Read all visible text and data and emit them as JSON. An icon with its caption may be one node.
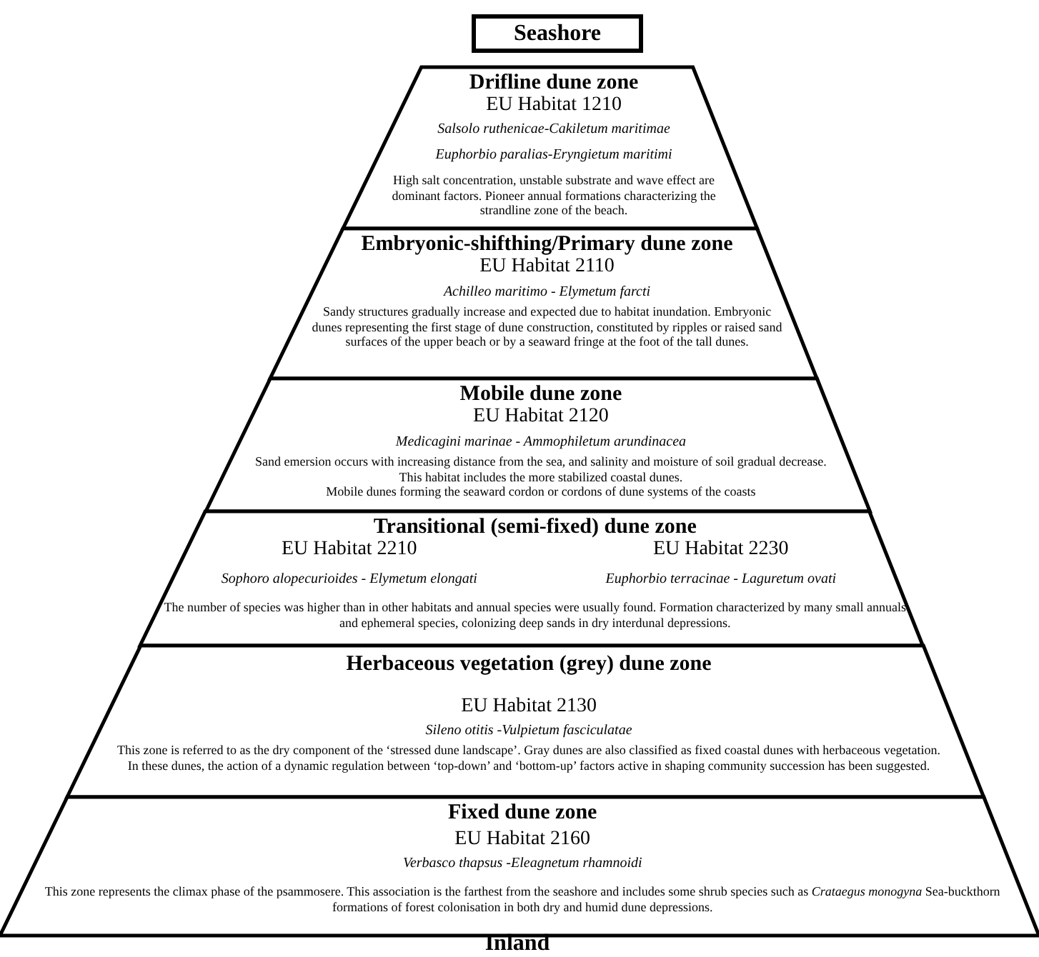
{
  "diagram": {
    "nodes": [
      {
        "text": [
          "Seashore"
        ]
      },
      {
        "text": [
          "Drifline dune zone",
          "EU Habitat 1210",
          "Salsolo ruthenicae-Cakiletum maritimae",
          "Euphorbio paralias-Eryngietum maritimi",
          "High salt concentration, unstable substrate and wave effect are dominant factors. Pioneer annual formations characterizing the strandline zone of the beach."
        ]
      },
      {
        "text": [
          "Embryonic-shifthing/Primary dune zone",
          "EU Habitat 2110",
          "Achilleo maritimo - Elymetum farcti",
          "Sandy structures gradually increase and  expected due to habitat inundation. Embryonic dunes representing the first stage of dune construction, constituted by ripples or raised sand surfaces of the upper beach or by a seaward fringe at the foot of the tall dunes."
        ]
      },
      {
        "text": [
          "Mobile dune zone",
          "EU Habitat 2120",
          "Medicagini marinae - Ammophiletum arundinacea",
          "Sand emersion occurs with increasing distance from the sea, and salinity and moisture of soil gradual decrease. This habitat includes the more stabilized coastal dunes.",
          "Mobile dunes forming the seaward cordon or cordons of dune systems of the coasts"
        ]
      },
      {
        "text": [
          "Transitional (semi-fixed) dune zone",
          "EU Habitat 2210",
          "EU Habitat 2230",
          "Sophoro alopecurioides  - Elymetum elongati",
          "Euphorbio terracinae  - Laguretum ovati",
          "The number of species was higher than in other habitats and annual species were usually found. Formation characterized by many small annuals and ephemeral species, colonizing deep sands in dry interdunal depressions."
        ]
      },
      {
        "text": [
          "Herbaceous vegetation (grey) dune zone",
          "EU Habitat 2130",
          "Sileno otitis -Vulpietum fasciculatae",
          "This zone is referred to as the dry component of the ‘stressed dune landscape’. Gray dunes are also classified as fixed coastal dunes with herbaceous vegetation.  In these dunes, the action of a dynamic regulation between ‘top-down’ and ‘bottom-up’ factors active in shaping community succession has been suggested."
        ]
      },
      {
        "text": [
          "Fixed dune zone",
          "EU Habitat 2160",
          "Verbasco thapsus -Eleagnetum rhamnoidi",
          "This zone represents the climax phase of the psammosere.  This association is the farthest from the seashore and includes some shrub species such as *Crataegus monogyna* Sea-buckthorn formations of forest colonisation in both dry and humid dune depressions."
        ]
      }
    ],
    "labels": [
      "Inland"
    ]
  }
}
